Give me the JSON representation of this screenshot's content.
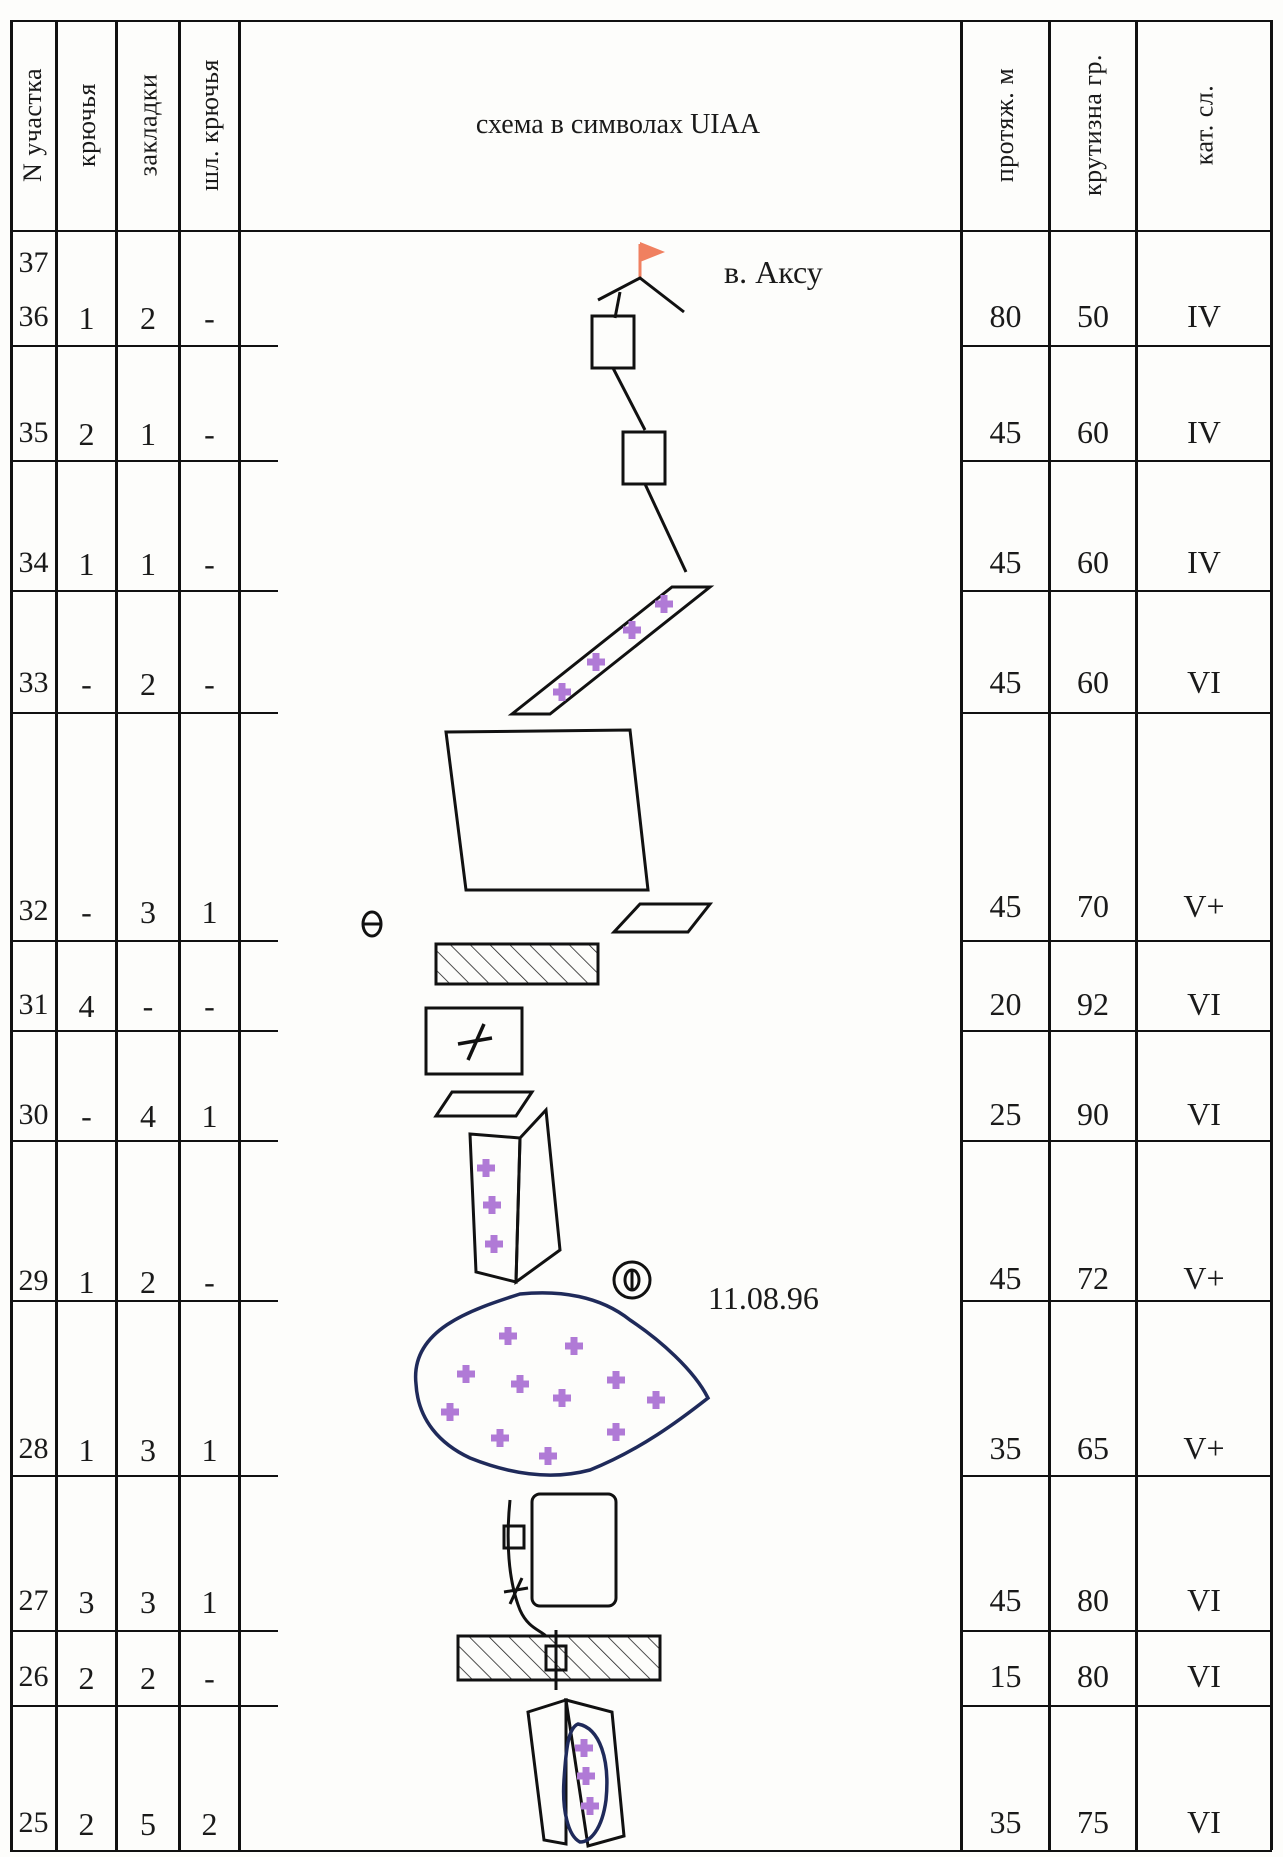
{
  "headers": {
    "section_no": "N участка",
    "pitons": "крючья",
    "chocks": "закладки",
    "bolts": "шл. крючья",
    "scheme": "схема в символах UIAA",
    "length": "протяж. м",
    "steepness": "крутизна гр.",
    "category": "кат. сл."
  },
  "annotations": {
    "summit": "в. Аксу",
    "bivouac_date": "11.08.96"
  },
  "colors": {
    "flag": "#f08060",
    "hold_cross": "#b07ad6",
    "outline_blue": "#1f2a5a"
  },
  "rows": [
    {
      "n": "37",
      "pitons": "",
      "chocks": "",
      "bolts": "",
      "len": "",
      "steep": "",
      "cat": ""
    },
    {
      "n": "36",
      "pitons": "1",
      "chocks": "2",
      "bolts": "-",
      "len": "80",
      "steep": "50",
      "cat": "IV"
    },
    {
      "n": "35",
      "pitons": "2",
      "chocks": "1",
      "bolts": "-",
      "len": "45",
      "steep": "60",
      "cat": "IV"
    },
    {
      "n": "34",
      "pitons": "1",
      "chocks": "1",
      "bolts": "-",
      "len": "45",
      "steep": "60",
      "cat": "IV"
    },
    {
      "n": "33",
      "pitons": "-",
      "chocks": "2",
      "bolts": "-",
      "len": "45",
      "steep": "60",
      "cat": "VI"
    },
    {
      "n": "32",
      "pitons": "-",
      "chocks": "3",
      "bolts": "1",
      "len": "45",
      "steep": "70",
      "cat": "V+"
    },
    {
      "n": "31",
      "pitons": "4",
      "chocks": "-",
      "bolts": "-",
      "len": "20",
      "steep": "92",
      "cat": "VI"
    },
    {
      "n": "30",
      "pitons": "-",
      "chocks": "4",
      "bolts": "1",
      "len": "25",
      "steep": "90",
      "cat": "VI"
    },
    {
      "n": "29",
      "pitons": "1",
      "chocks": "2",
      "bolts": "-",
      "len": "45",
      "steep": "72",
      "cat": "V+"
    },
    {
      "n": "28",
      "pitons": "1",
      "chocks": "3",
      "bolts": "1",
      "len": "35",
      "steep": "65",
      "cat": "V+"
    },
    {
      "n": "27",
      "pitons": "3",
      "chocks": "3",
      "bolts": "1",
      "len": "45",
      "steep": "80",
      "cat": "VI"
    },
    {
      "n": "26",
      "pitons": "2",
      "chocks": "2",
      "bolts": "-",
      "len": "15",
      "steep": "80",
      "cat": "VI"
    },
    {
      "n": "25",
      "pitons": "2",
      "chocks": "5",
      "bolts": "2",
      "len": "35",
      "steep": "75",
      "cat": "VI"
    }
  ]
}
